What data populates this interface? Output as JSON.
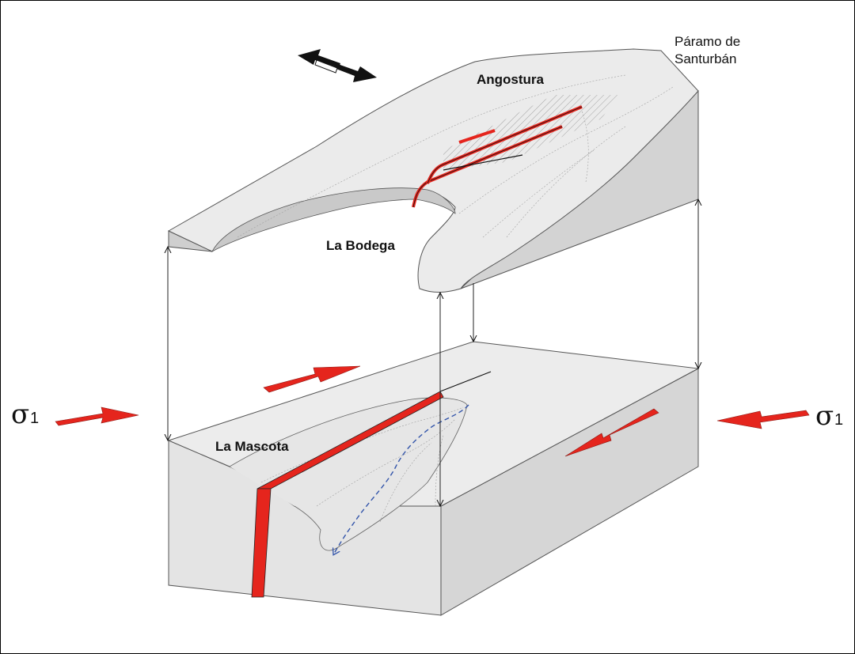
{
  "labels": {
    "paramo_line1": "Páramo de",
    "paramo_line2": "Santurbán",
    "angostura": "Angostura",
    "la_bodega": "La Bodega",
    "la_mascota": "La Mascota",
    "sigma_symbol": "σ",
    "sigma_subscript": "1"
  },
  "colors": {
    "fault": "#e5251d",
    "surface": "#ebebeb",
    "side_light": "#e2e2e2",
    "side_dark": "#d3d3d3",
    "drainage": "#3355aa",
    "kinematic_arrow": "#111111"
  },
  "icons": {
    "stress_left": "arrow-right",
    "stress_right": "arrow-left",
    "shear_top": "arrow-right",
    "shear_front": "arrow-left",
    "kinematic": "double-arrow"
  }
}
